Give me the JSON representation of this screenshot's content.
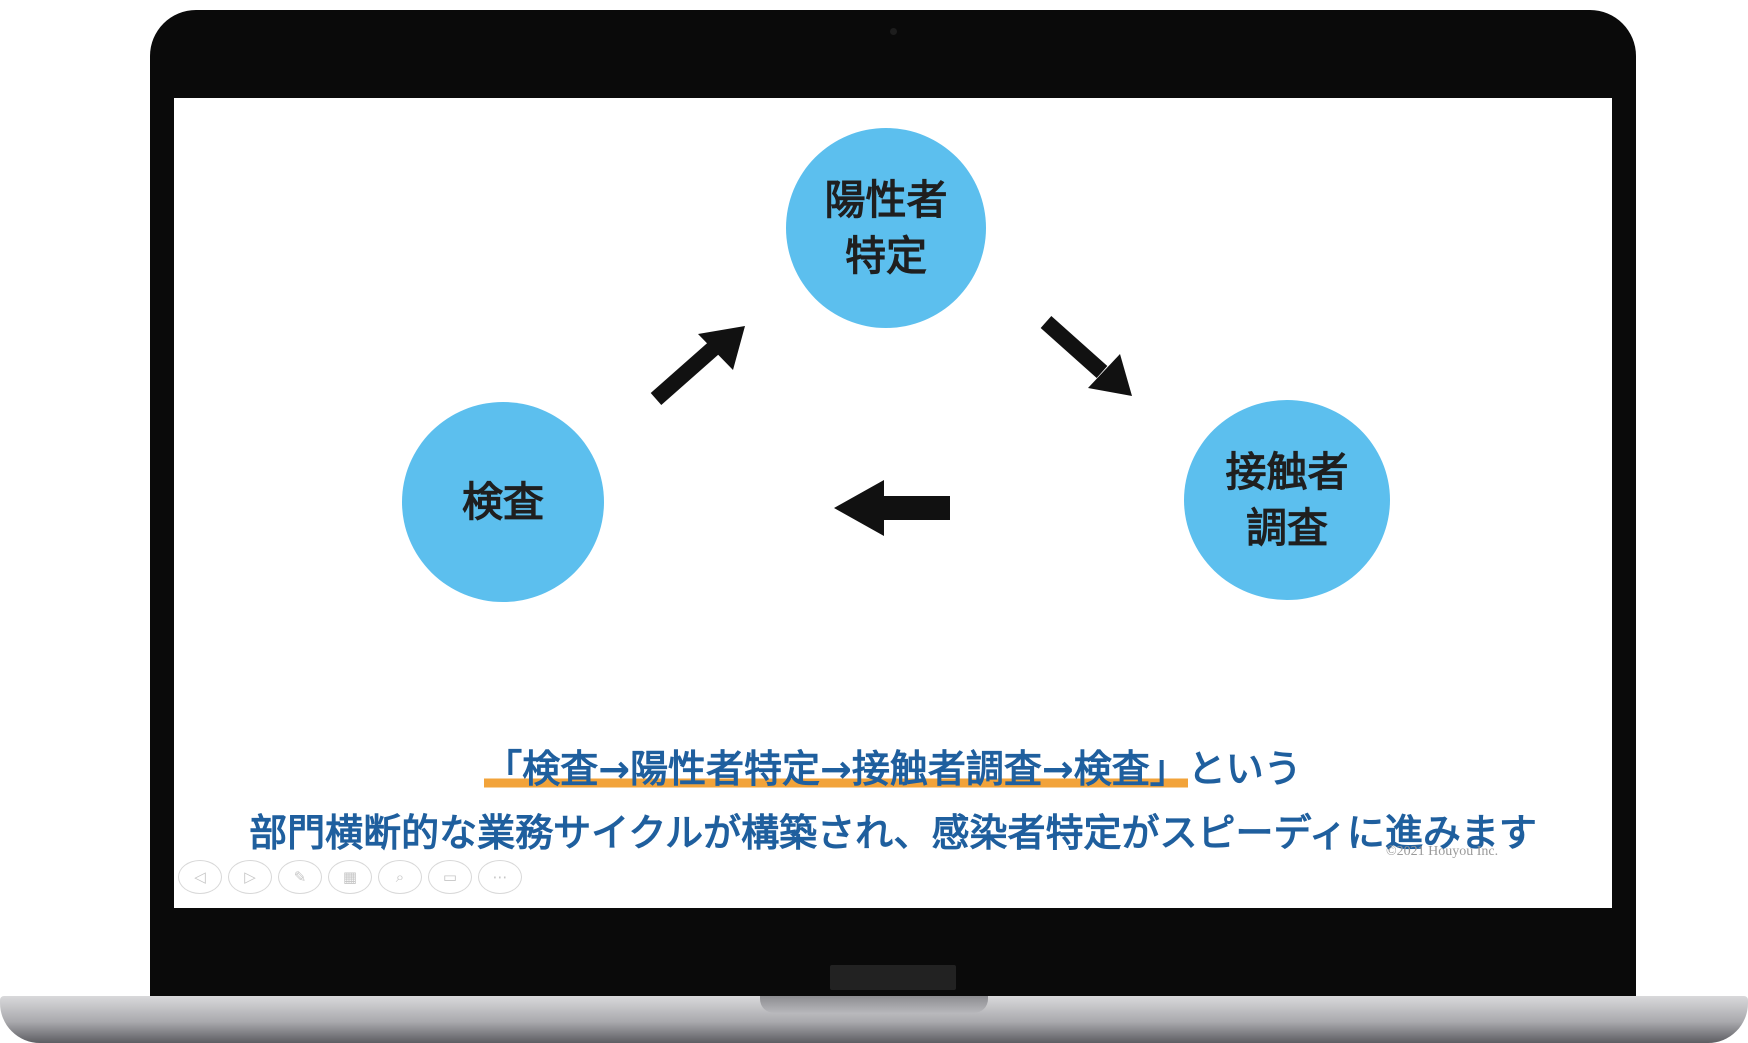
{
  "slide": {
    "nodes": {
      "positive": "陽性者\n特定",
      "test": "検査",
      "contact": "接触者\n調査"
    },
    "caption_line1_highlight": "「検査→陽性者特定→接触者調査→検査」",
    "caption_line1_rest": "という",
    "caption_line2": "部門横断的な業務サイクルが構築され、感染者特定がスピーディに進みます",
    "copyright": "©2021 Houyou Inc."
  },
  "controls": [
    {
      "name": "prev-slide-button",
      "icon": "◁"
    },
    {
      "name": "next-slide-button",
      "icon": "▷"
    },
    {
      "name": "pen-tool-button",
      "icon": "✎"
    },
    {
      "name": "slides-grid-button",
      "icon": "▦"
    },
    {
      "name": "zoom-button",
      "icon": "⌕"
    },
    {
      "name": "subtitles-button",
      "icon": "▭"
    },
    {
      "name": "more-options-button",
      "icon": "⋯"
    }
  ],
  "colors": {
    "node_fill": "#5cbfee",
    "caption_text": "#1f5f9e",
    "underline_highlight": "#f2a33a",
    "arrow": "#111111"
  }
}
